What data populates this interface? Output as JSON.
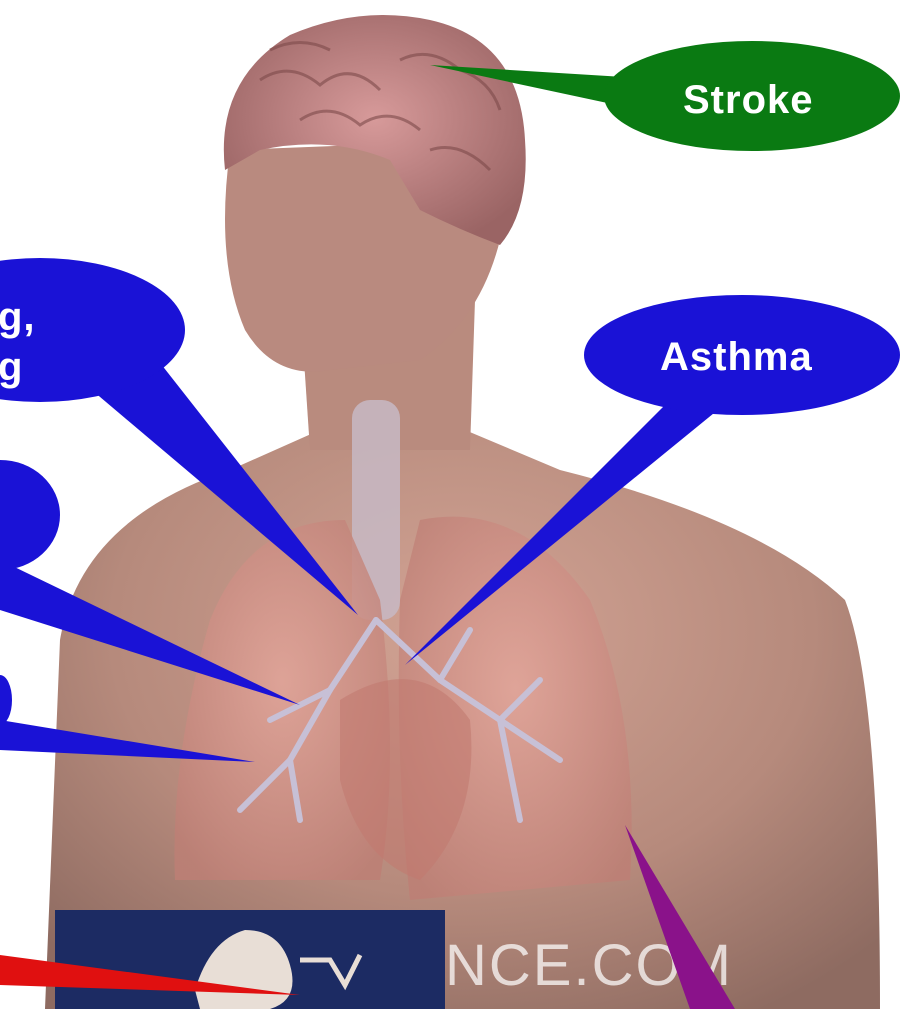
{
  "labels": {
    "stroke": "Stroke",
    "asthma": "Asthma",
    "partial_left_line1": "g,",
    "partial_left_line2": "g"
  },
  "watermark": "NCE.COM",
  "colors": {
    "stroke_bubble": "#0a7a12",
    "blue_bubble": "#1a12d6",
    "red_pointer": "#e01010",
    "purple_pointer": "#8a128a",
    "inset_background": "#1c2b63"
  },
  "icons": {
    "figure": "human-torso-anatomy-illustration",
    "inset": "heart-inset-image"
  }
}
